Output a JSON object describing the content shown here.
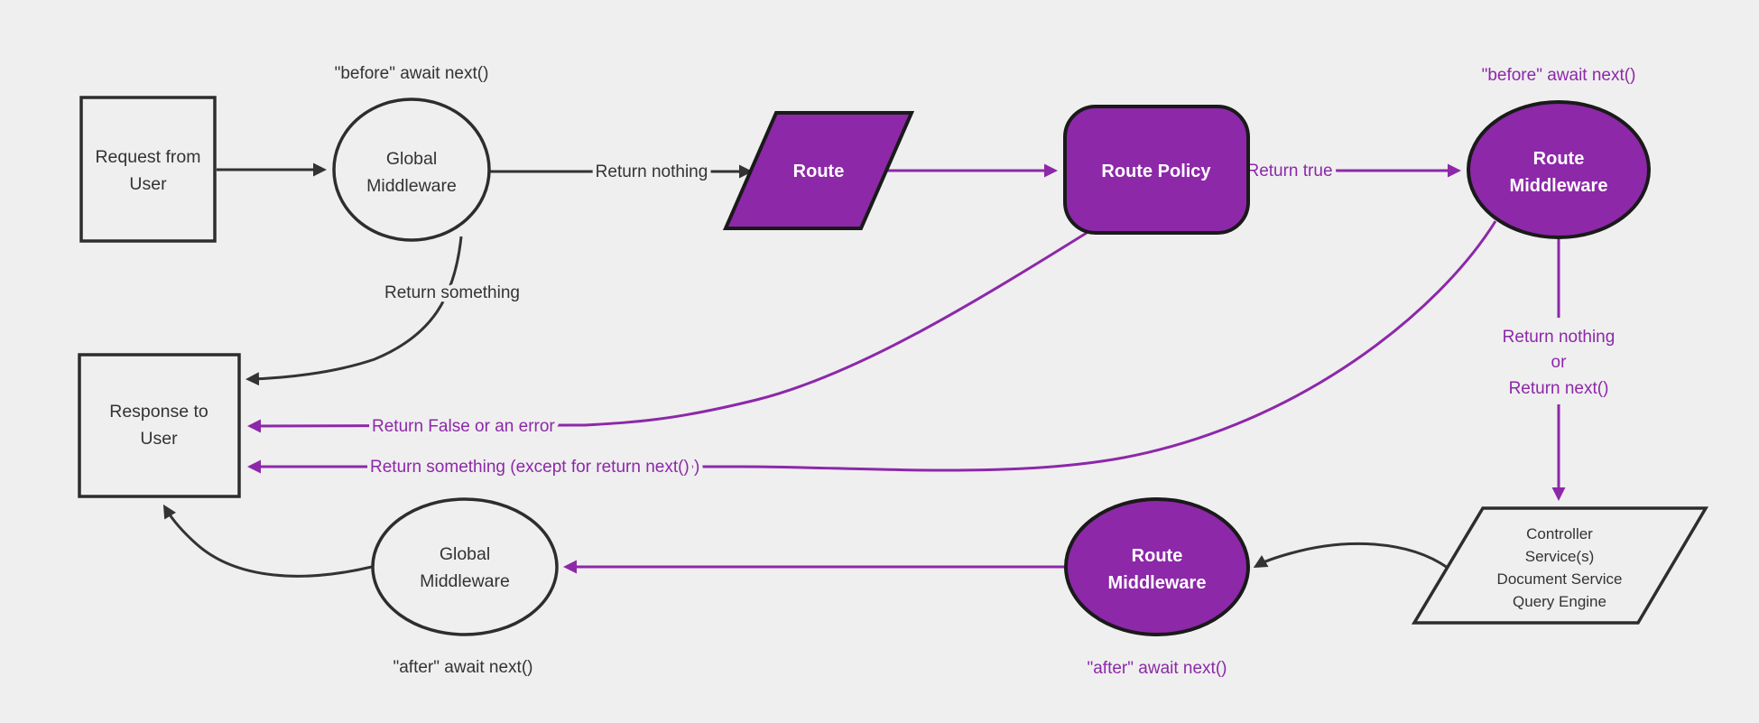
{
  "diagram": {
    "type": "flowchart",
    "colors": {
      "background": "#efefef",
      "purple_fill": "#8d28a9",
      "purple_line": "#8d28a9",
      "dark_stroke": "#2d2d2d",
      "black_line": "#333333",
      "white_text": "#ffffff",
      "dark_text": "#333333"
    },
    "nodes": {
      "request_user": {
        "shape": "rectangle",
        "lines": [
          "Request from",
          "User"
        ]
      },
      "global_middleware_top": {
        "shape": "ellipse",
        "lines": [
          "Global",
          "Middleware"
        ]
      },
      "route": {
        "shape": "parallelogram",
        "label": "Route"
      },
      "route_policy": {
        "shape": "rounded-rectangle",
        "label": "Route Policy"
      },
      "route_middleware_top": {
        "shape": "ellipse",
        "lines": [
          "Route",
          "Middleware"
        ]
      },
      "controller": {
        "shape": "parallelogram",
        "lines": [
          "Controller",
          "Service(s)",
          "Document Service",
          "Query Engine"
        ]
      },
      "route_middleware_bottom": {
        "shape": "ellipse",
        "lines": [
          "Route",
          "Middleware"
        ]
      },
      "global_middleware_bottom": {
        "shape": "ellipse",
        "lines": [
          "Global",
          "Middleware"
        ]
      },
      "response_user": {
        "shape": "rectangle",
        "lines": [
          "Response to",
          "User"
        ]
      }
    },
    "edge_labels": {
      "before_await_global": "\"before\" await next()",
      "before_await_route": "\"before\" await next()",
      "return_nothing": "Return nothing",
      "return_true": "Return true",
      "return_something": "Return something",
      "return_false_or_error": "Return False or an error",
      "return_something_except": "Return something (except for return next() )",
      "return_nothing_or_next": [
        "Return nothing",
        "or",
        "Return next()"
      ],
      "after_await_route": "\"after\" await next()",
      "after_await_global": "\"after\" await next()"
    }
  }
}
